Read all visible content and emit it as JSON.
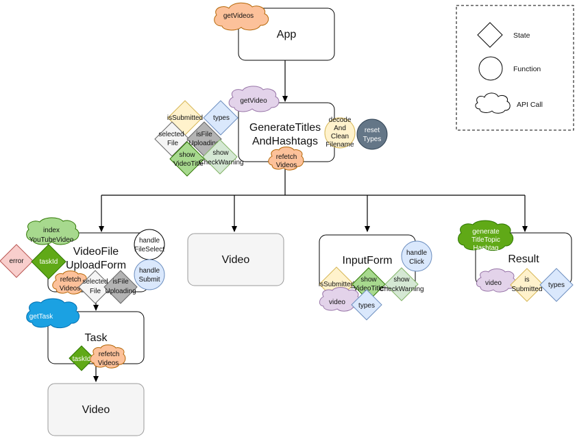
{
  "legend": {
    "state": "State",
    "function": "Function",
    "api_call": "API Call"
  },
  "components": {
    "app": "App",
    "generate": [
      "GenerateTitles",
      "AndHashtags"
    ],
    "video_upload": [
      "VideoFile",
      "UploadForm"
    ],
    "video_mid": "Video",
    "input_form": "InputForm",
    "result": "Result",
    "task": "Task",
    "video_bottom": "Video"
  },
  "apis": {
    "get_videos": "getVideos",
    "get_video": "getVideo",
    "refetch_videos_gen": [
      "refetch",
      "Videos"
    ],
    "index_youtube": [
      "index",
      "YouTubeVideo"
    ],
    "refetch_videos_upload": [
      "refetch",
      "Videos"
    ],
    "get_task": "getTask",
    "refetch_videos_task": [
      "refetch",
      "Videos"
    ],
    "generate_title": [
      "generate",
      "TitleTopic",
      "Hashtag"
    ],
    "video_input": "video",
    "video_result": "video"
  },
  "states": {
    "is_submitted_gen": "isSubmitted",
    "types_gen": "types",
    "selected_file_gen": [
      "selected",
      "File"
    ],
    "is_file_uploading_gen": [
      "isFile",
      "Uploading"
    ],
    "show_video_title_gen": [
      "show",
      "VideoTitle"
    ],
    "show_check_warning_gen": [
      "show",
      "CheckWarning"
    ],
    "error": "error",
    "task_id_upload": "taskId",
    "selected_file_upload": [
      "selected",
      "File"
    ],
    "is_file_uploading_upload": [
      "isFile",
      "Uploading"
    ],
    "task_id_task": "taskId",
    "is_submitted_input": "isSubmitted",
    "show_video_title_input": [
      "show",
      "VideoTitle"
    ],
    "show_check_warning_input": [
      "show",
      "CheckWarning"
    ],
    "types_input": "types",
    "is_submitted_result": [
      "is",
      "Submitted"
    ],
    "types_result": "types"
  },
  "functions": {
    "decode_clean": [
      "decode",
      "And",
      "Clean",
      "Filename"
    ],
    "reset_types": [
      "reset",
      "Types"
    ],
    "handle_file_select": [
      "handle",
      "FileSelect"
    ],
    "handle_submit": [
      "handle",
      "Submit"
    ],
    "handle_click": [
      "handle",
      "Click"
    ]
  },
  "colors": {
    "api_orange": "#fcc19a",
    "api_purple": "#e3d3ea",
    "api_green": "#6fae3e",
    "api_blue": "#1ba1e2",
    "state_yellow": "#fff2cc",
    "state_blue": "#dae8fc",
    "state_gray": "#b3b3b3",
    "state_lightgray": "#f5f5f5",
    "state_green": "#d5e8d4",
    "state_lightgreen": "#a7d98e",
    "state_darkgreen": "#60a917",
    "state_red": "#f8cecc",
    "func_slate": "#647687",
    "func_cream": "#fff2cc",
    "func_blue": "#dae8fc",
    "func_white": "#ffffff"
  }
}
